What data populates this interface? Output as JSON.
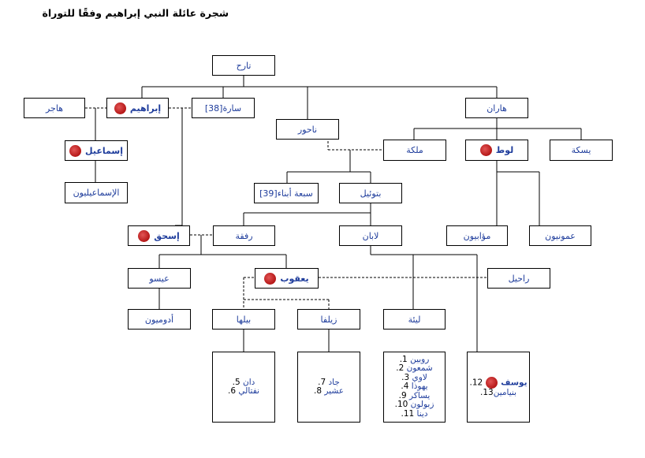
{
  "title": "شجرة عائلة النبي إبراهيم وفقًا للتوراة",
  "nodes": {
    "terah": "تارح",
    "abraham": "إبراهيم",
    "hagar": "هاجر",
    "sarah": "سارة",
    "sarah_ref": "[38]",
    "nahor": "ناحور",
    "haran": "هاران",
    "milcah": "ملكة",
    "lot": "لوط",
    "iscah": "يسكة",
    "ishmael": "إسماعيل",
    "ishmaelites": "الإسماعيليون",
    "seven_sons": "سبعة أبناء",
    "seven_sons_ref": "[39]",
    "bethuel": "بتوئيل",
    "moabites": "مؤابيون",
    "ammonites": "عمونيون",
    "isaac": "إسحق",
    "rebecca": "رفقة",
    "laban": "لابان",
    "esau": "عيسو",
    "jacob": "يعقوب",
    "rachel": "راحيل",
    "edomites": "أدوميون",
    "bilhah": "بيلها",
    "zilpah": "زيلفا",
    "leah": "ليئة"
  },
  "sons": {
    "bilhah": [
      {
        "n": "5.",
        "name": "دان"
      },
      {
        "n": "6.",
        "name": "نفتالي"
      }
    ],
    "zilpah": [
      {
        "n": "7.",
        "name": "جاد"
      },
      {
        "n": "8.",
        "name": "عشير"
      }
    ],
    "leah": [
      {
        "n": "1.",
        "name": "روبين"
      },
      {
        "n": "2.",
        "name": "شمعون"
      },
      {
        "n": "3.",
        "name": "لاوي"
      },
      {
        "n": "4.",
        "name": "يهوذا"
      },
      {
        "n": "9.",
        "name": "يساكر"
      },
      {
        "n": "10.",
        "name": "زبولون"
      },
      {
        "n": "11.",
        "name": "دينا"
      }
    ],
    "rachel": [
      {
        "n": "12.",
        "name": "يوسف"
      },
      {
        "n": "13.",
        "name": "بنيامين"
      }
    ]
  }
}
